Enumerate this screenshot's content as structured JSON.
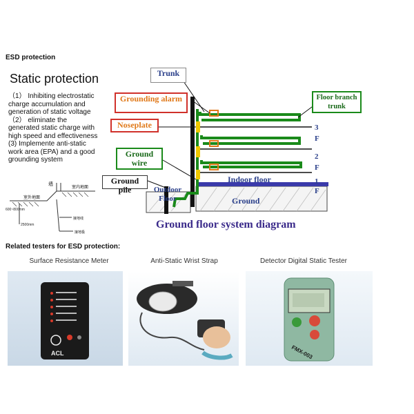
{
  "section_title": "ESD protection",
  "static_protection": {
    "title": "Static protection",
    "lines": [
      "（1） Inhibiting electrostatic",
      "charge accumulation and",
      "generation of static voltage",
      "（2） eliminate the",
      "generated static charge with",
      "high speed and effectiveness",
      "(3) Implemente anti-static",
      "work area (EPA) and a good",
      "grounding system"
    ]
  },
  "diagram": {
    "labels": {
      "trunk": "Trunk",
      "grounding_alarm": "Grounding alarm",
      "noseplate": "Noseplate",
      "ground_wire": "Ground wire",
      "ground_pile": "Ground pile",
      "outdoor_floor": "Outdoor Floor",
      "indoor_floor": "Indoor floor",
      "ground": "Ground",
      "floor_branch_trunk": "Floor branch trunk",
      "floor_3": "3 F",
      "floor_2": "2 F",
      "floor_1": "1 F",
      "caption": "Ground floor system diagram"
    },
    "sketch": {
      "wall": "墙",
      "indoor_ground": "室内地面",
      "outdoor_ground": "室外地面",
      "depth_1": "600~800mm",
      "depth_2": "2500mm",
      "lead_1": "接地线",
      "lead_2": "接地极"
    },
    "colors": {
      "green_wire": "#1a8a1a",
      "label_border": "#d0302a",
      "label_orange": "#e07818",
      "label_blue": "#2a3f8a",
      "caption": "#3a2a8a",
      "trunk_pole": "#111111",
      "floor_blue": "#3a3aaa",
      "noseplate_fill": "#f0c800"
    }
  },
  "related": {
    "title": "Related testers for ESD protection:",
    "items": [
      {
        "caption": "Surface Resistance Meter"
      },
      {
        "caption": "Anti-Static Wrist Strap"
      },
      {
        "caption": "Detector Digital Static Tester"
      }
    ],
    "device_texts": {
      "meter_brand": "ACL",
      "tester_brand": "FMX-003"
    }
  }
}
